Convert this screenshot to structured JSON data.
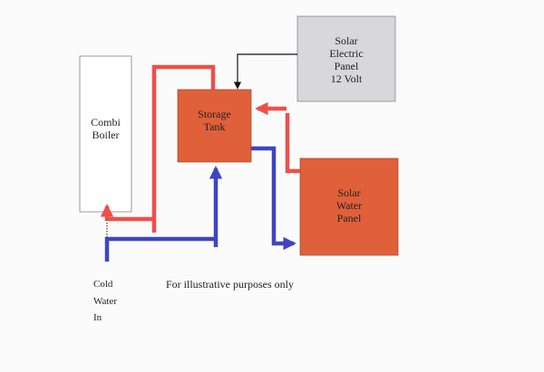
{
  "components": {
    "combi_boiler": {
      "line1": "Combi",
      "line2": "Boiler"
    },
    "storage_tank": {
      "line1": "Storage",
      "line2": "Tank"
    },
    "solar_electric_panel": {
      "line1": "Solar",
      "line2": "Electric",
      "line3": "Panel",
      "line4": "12 Volt"
    },
    "solar_water_panel": {
      "line1": "Solar",
      "line2": "Water",
      "line3": "Panel"
    }
  },
  "labels": {
    "cold_water_in": {
      "line1": "Cold",
      "line2": "Water",
      "line3": "In"
    },
    "disclaimer": "For illustrative purposes only"
  },
  "colors": {
    "hot": "#ee4f4a",
    "cold": "#3f44c4",
    "tank": "#e0603a",
    "electric_panel": "#d8d7d9",
    "wire": "#111111"
  }
}
